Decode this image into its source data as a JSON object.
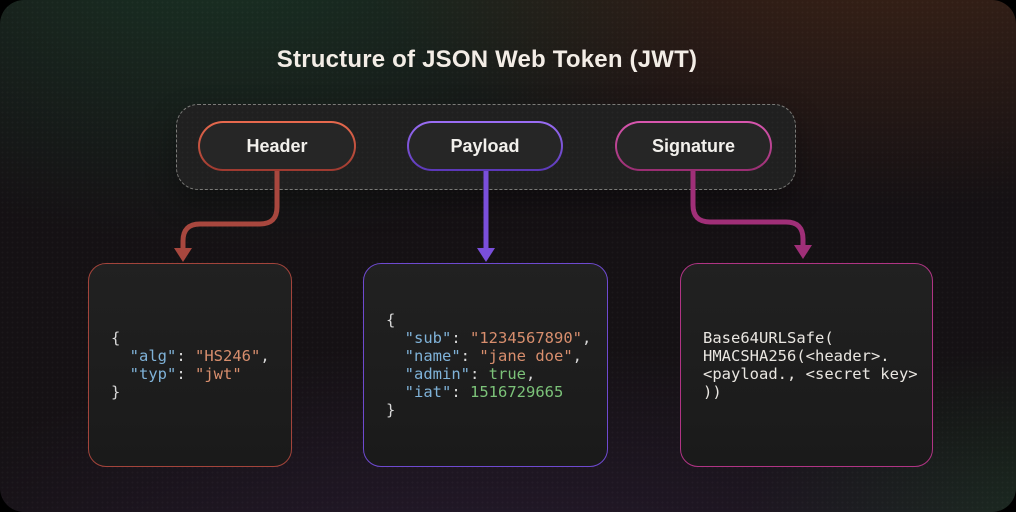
{
  "title": "Structure of JSON Web Token (JWT)",
  "pills": [
    {
      "id": "header",
      "label": "Header"
    },
    {
      "id": "payload",
      "label": "Payload"
    },
    {
      "id": "signature",
      "label": "Signature"
    }
  ],
  "code_boxes": [
    {
      "id": "header-json",
      "lines": [
        [
          {
            "t": "{",
            "c": "plain"
          }
        ],
        [
          {
            "t": "  ",
            "c": "plain"
          },
          {
            "t": "\"alg\"",
            "c": "key"
          },
          {
            "t": ": ",
            "c": "plain"
          },
          {
            "t": "\"HS246\"",
            "c": "str"
          },
          {
            "t": ",",
            "c": "plain"
          }
        ],
        [
          {
            "t": "  ",
            "c": "plain"
          },
          {
            "t": "\"typ\"",
            "c": "key"
          },
          {
            "t": ": ",
            "c": "plain"
          },
          {
            "t": "\"jwt\"",
            "c": "str"
          }
        ],
        [
          {
            "t": "}",
            "c": "plain"
          }
        ]
      ]
    },
    {
      "id": "payload-json",
      "lines": [
        [
          {
            "t": "{",
            "c": "plain"
          }
        ],
        [
          {
            "t": "  ",
            "c": "plain"
          },
          {
            "t": "\"sub\"",
            "c": "key"
          },
          {
            "t": ": ",
            "c": "plain"
          },
          {
            "t": "\"1234567890\"",
            "c": "str"
          },
          {
            "t": ",",
            "c": "plain"
          }
        ],
        [
          {
            "t": "  ",
            "c": "plain"
          },
          {
            "t": "\"name\"",
            "c": "key"
          },
          {
            "t": ": ",
            "c": "plain"
          },
          {
            "t": "\"jane doe\"",
            "c": "str"
          },
          {
            "t": ",",
            "c": "plain"
          }
        ],
        [
          {
            "t": "  ",
            "c": "plain"
          },
          {
            "t": "\"admin\"",
            "c": "key"
          },
          {
            "t": ": ",
            "c": "plain"
          },
          {
            "t": "true",
            "c": "lit"
          },
          {
            "t": ",",
            "c": "plain"
          }
        ],
        [
          {
            "t": "  ",
            "c": "plain"
          },
          {
            "t": "\"iat\"",
            "c": "key"
          },
          {
            "t": ": ",
            "c": "plain"
          },
          {
            "t": "1516729665",
            "c": "lit"
          }
        ],
        [
          {
            "t": "}",
            "c": "plain"
          }
        ]
      ]
    },
    {
      "id": "signature-code",
      "lines": [
        [
          {
            "t": "Base64URLSafe(",
            "c": "code"
          }
        ],
        [
          {
            "t": "HMACSHA256(<header>.",
            "c": "code"
          }
        ],
        [
          {
            "t": "<payload., <secret key>",
            "c": "code"
          }
        ],
        [
          {
            "t": "))",
            "c": "code"
          }
        ]
      ]
    }
  ],
  "colors": {
    "title_color": "#f3ede6",
    "header_accent_light": "#e86a4e",
    "header_accent_dark": "#9e3a30",
    "payload_accent_light": "#9b6ef5",
    "payload_accent_dark": "#5b38b8",
    "signature_accent_light": "#d957b0",
    "signature_accent_dark": "#992e72",
    "arrow_header": "#a8473e",
    "arrow_payload": "#7a4fdb",
    "arrow_signature": "#a02f78",
    "border_header": "#a3443b",
    "border_payload": "#6e4ad0",
    "border_signature": "#b03484",
    "code_key": "#7fb2d8",
    "code_string": "#d88e6d",
    "code_literal": "#7cc379",
    "code_plain": "#d8d8d8",
    "code_text": "#e9e6e1"
  }
}
